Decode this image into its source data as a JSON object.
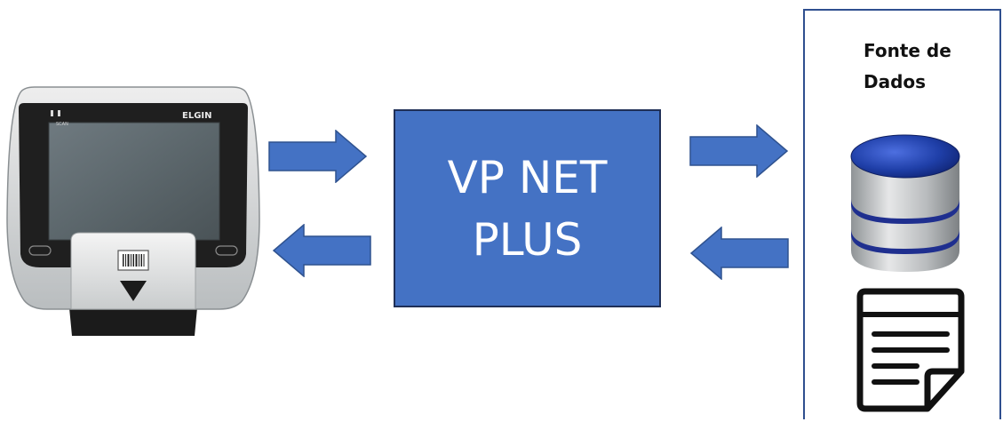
{
  "device": {
    "brand": "ELGIN",
    "led_label": "SCAN"
  },
  "center_box": {
    "line1": "VP NET",
    "line2": "PLUS"
  },
  "source": {
    "title_line1": "Fonte de",
    "title_line2": "Dados"
  },
  "colors": {
    "box_fill": "#4472c4",
    "arrow_fill": "#4472c4",
    "arrow_stroke": "#2f528f",
    "panel_border": "#2f4f8f",
    "db_band": "#1f2f8f"
  }
}
